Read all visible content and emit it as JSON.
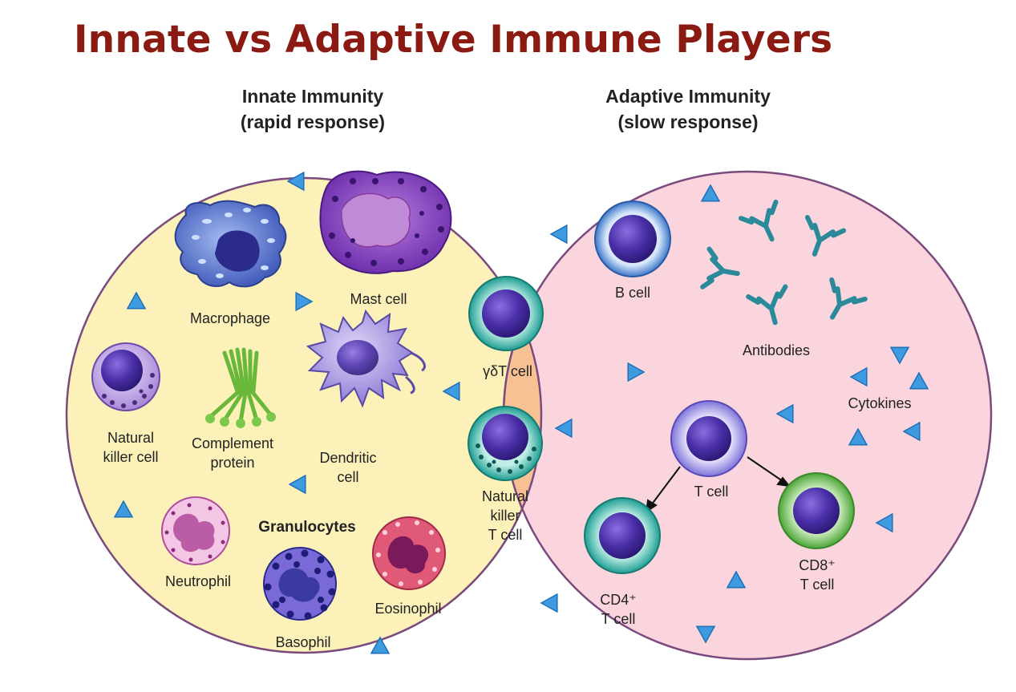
{
  "title": "Innate vs Adaptive Immune Players",
  "innate": {
    "heading": "Innate Immunity",
    "subheading": "(rapid response)"
  },
  "adaptive": {
    "heading": "Adaptive Immunity",
    "subheading": "(slow response)"
  },
  "labels": {
    "macrophage": "Macrophage",
    "mast_cell": "Mast cell",
    "natural_killer_1": "Natural",
    "natural_killer_2": "killer cell",
    "complement_1": "Complement",
    "complement_2": "protein",
    "dendritic_1": "Dendritic",
    "dendritic_2": "cell",
    "granulocytes": "Granulocytes",
    "neutrophil": "Neutrophil",
    "basophil": "Basophil",
    "eosinophil": "Eosinophil",
    "gd_t_cell": "γδT cell",
    "nkt_1": "Natural",
    "nkt_2": "killer",
    "nkt_3": "T cell",
    "b_cell": "B cell",
    "antibodies": "Antibodies",
    "cytokines": "Cytokines",
    "t_cell": "T cell",
    "cd4_1": "CD4⁺",
    "cd4_2": "T cell",
    "cd8_1": "CD8⁺",
    "cd8_2": "T cell"
  },
  "colors": {
    "title": "#8b1a12",
    "innate_fill": "#fbf1b9",
    "adaptive_fill": "#fbd5de",
    "overlap_fill": "#f8c193",
    "circle_stroke": "#7a4a7e",
    "cytokine": "#3f9be0"
  }
}
